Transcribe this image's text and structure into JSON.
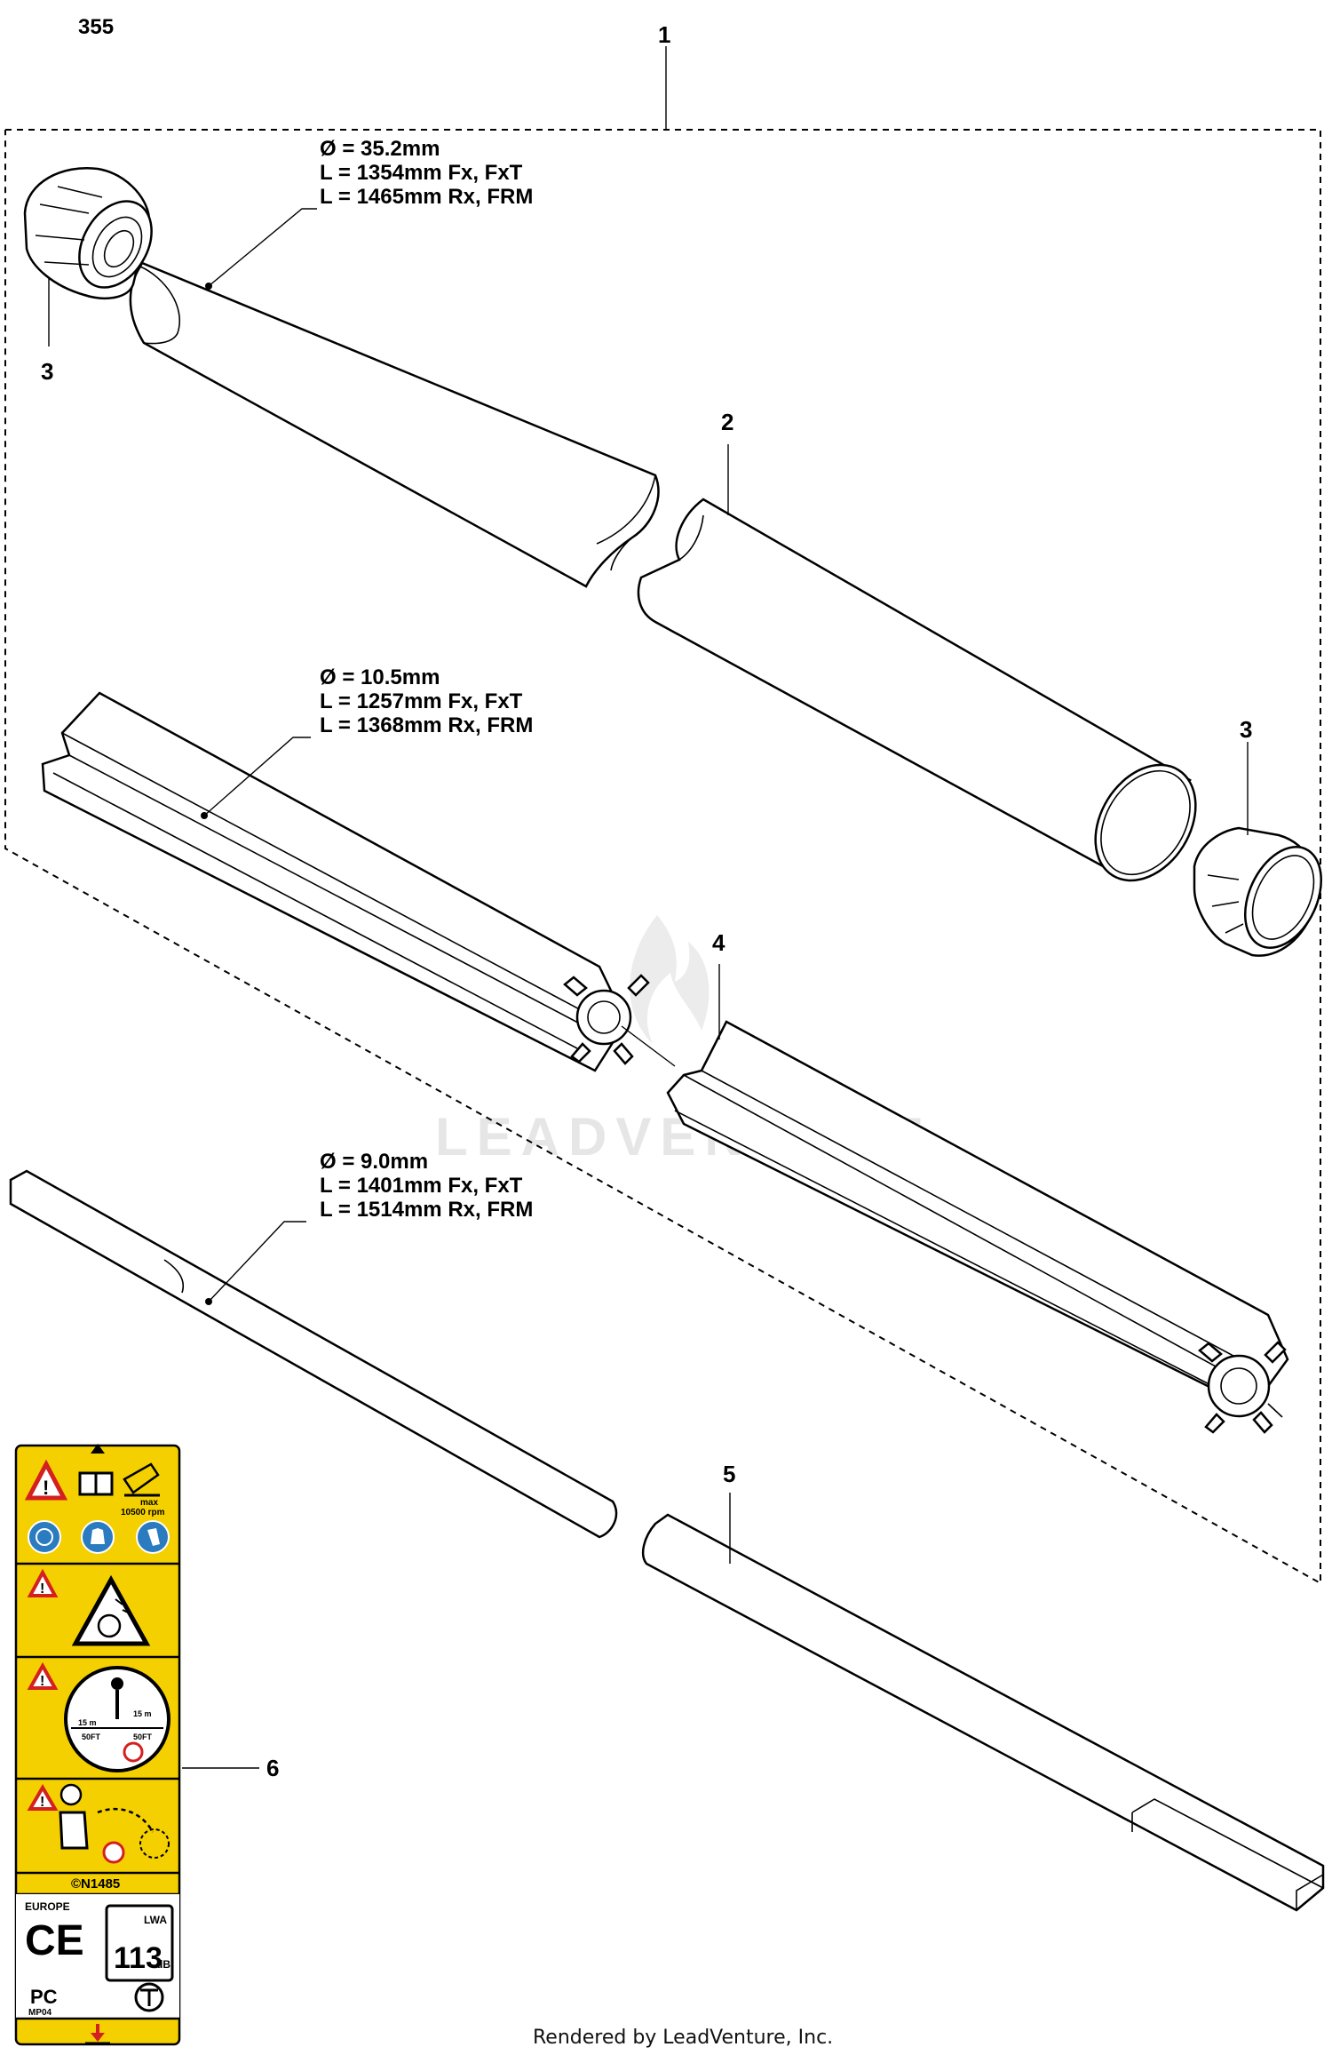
{
  "page": {
    "number": "355",
    "footer": "Rendered by LeadVenture, Inc.",
    "watermark": "LEADVENTURE"
  },
  "callouts": {
    "c1": "1",
    "c2": "2",
    "c3a": "3",
    "c3b": "3",
    "c4": "4",
    "c5": "5",
    "c6": "6"
  },
  "specs": {
    "tube": {
      "diameter": "Ø = 35.2mm",
      "length_short": "L = 1354mm Fx, FxT",
      "length_long": "L = 1465mm Rx, FRM"
    },
    "liner": {
      "diameter": "Ø = 10.5mm",
      "length_short": "L = 1257mm Fx, FxT",
      "length_long": "L = 1368mm Rx, FRM"
    },
    "shaft": {
      "diameter": "Ø = 9.0mm",
      "length_short": "L = 1401mm Fx, FxT",
      "length_long": "L = 1514mm Rx, FRM"
    }
  },
  "decal": {
    "max_label": "max",
    "rpm": "10500 rpm",
    "dist_m_left": "15 m",
    "dist_ft_left": "50FT",
    "dist_m_right": "15 m",
    "dist_ft_right": "50FT",
    "code": "©N1485",
    "region": "EUROPE",
    "ce_mark": "CE",
    "lwa": "LWA",
    "noise_value": "113",
    "noise_unit": "dB",
    "pc_mark": "PC",
    "pc_code": "MP04",
    "colors": {
      "background": "#f5d000",
      "border": "#000000",
      "warning": "#d42020",
      "safety_blue": "#2a7bc0"
    }
  }
}
